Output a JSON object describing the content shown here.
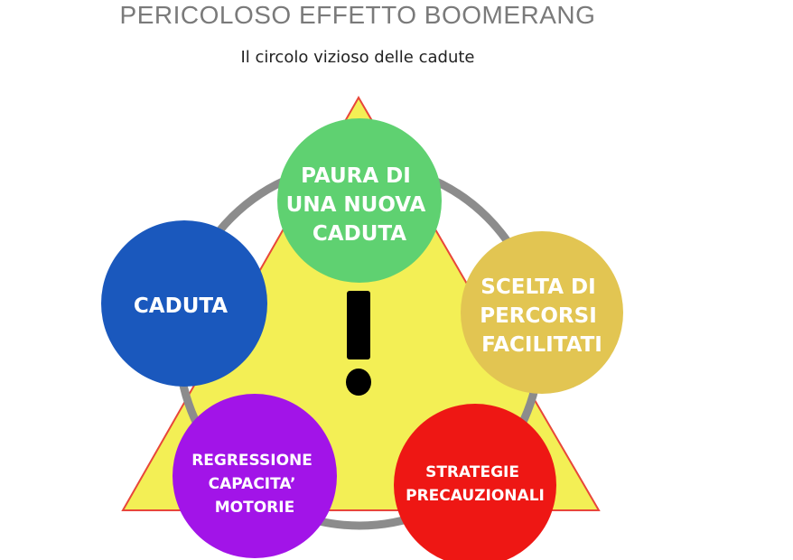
{
  "header": {
    "title": "PERICOLOSO EFFETTO BOOMERANG",
    "subtitle": "Il circolo vizioso delle cadute"
  },
  "diagram": {
    "warning_symbol": "!",
    "nodes": [
      {
        "id": "fear",
        "lines": [
          "PAURA DI",
          "UNA NUOVA",
          "CADUTA"
        ],
        "color": "#5fd171"
      },
      {
        "id": "paths",
        "lines": [
          "SCELTA DI",
          "PERCORSI",
          "FACILITATI"
        ],
        "color": "#e2c552"
      },
      {
        "id": "strategies",
        "lines": [
          "STRATEGIE",
          "PRECAUZIONALI"
        ],
        "color": "#ee1714"
      },
      {
        "id": "regression",
        "lines": [
          "REGRESSIONE",
          "CAPACITA’",
          "MOTORIE"
        ],
        "color": "#a214e8"
      },
      {
        "id": "fall",
        "lines": [
          "CADUTA"
        ],
        "color": "#1a58bd"
      }
    ],
    "colors": {
      "triangle_fill": "#f3ef55",
      "triangle_stroke": "#e8463a",
      "ring": "#8c8c8c",
      "symbol": "#000000"
    }
  }
}
